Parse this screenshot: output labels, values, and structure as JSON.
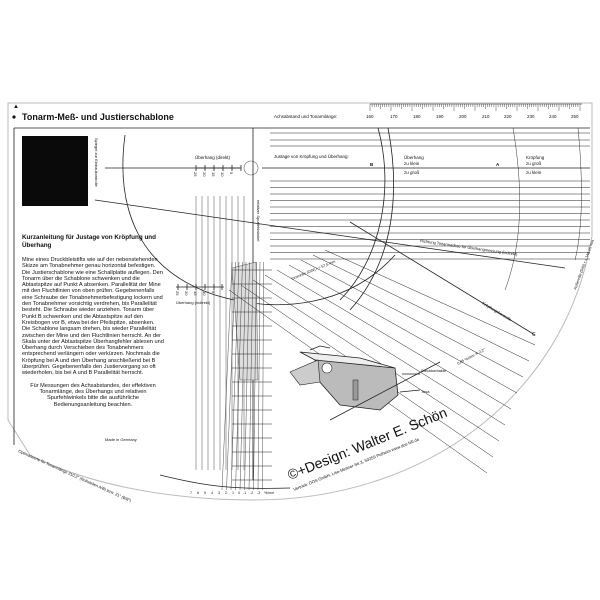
{
  "title": "Tonarm-Meß- und Justierschablone",
  "ruler": {
    "label": "Achsabstand und Tonarmlänge:",
    "ticks": [
      "160",
      "170",
      "180",
      "190",
      "200",
      "210",
      "220",
      "230",
      "240",
      "250"
    ]
  },
  "mirror_label": "Spiegel zur Einbaukontrolle",
  "overhang_direct": {
    "label": "Überhang (direkt)",
    "ticks": [
      "25",
      "20",
      "15",
      "10",
      "5"
    ]
  },
  "overhang_indirect": {
    "label": "Überhang (indirekt)",
    "ticks": [
      "25",
      "20",
      "15",
      "10",
      "5"
    ]
  },
  "alignment_label": "Justage von Kröpfung und Überhang:",
  "point_b": {
    "label": "B",
    "text1": "Überhang",
    "text2": "zu klein",
    "text3": "zu groß"
  },
  "point_a": {
    "label": "A",
    "text1": "Kröpfung",
    "text2": "zu groß",
    "text3": "zu klein"
  },
  "relative_label": "relativer Spurfehlwinkel",
  "inner_groove": "Innenrille (DIN) r = 57,5 mm",
  "outer_groove": "Außenrille (DIN) r = 146,05 mm",
  "direction_label": "Richtung Tonarmachse für Überhangmessung (indirekt)",
  "offset_label": "Kröpfungskontrolle",
  "point_c": "C",
  "angle_label": "0,05 %/mm ≙ 2,2°",
  "stylus_label": "Steckkontakte",
  "tesa_label": "Tesa",
  "instructions": {
    "heading": "Kurzanleitung für Justage von Kröpfung und Überhang",
    "body": "Mine eines Druckbleistifts wie auf der nebenstehenden Skizze am Tonabnehmer genau horizontal befestigen. Die Justierschablone wie eine Schallplatte auflegen. Den Tonarm über die Schablone schwenken und die Abtastspitze auf Punkt A absenken. Parallelität der Mine mit den Fluchtlinien von oben prüfen. Gegebenenfalls eine Schraube der Tonabnehmerbefestigung lockern und den Tonabnehmer vorsichtig verdrehen, bis Parallelität besteht. Die Schraube wieder anziehen. Tonarm über Punkt B schwenken und die Abtastspitze auf den Kreisbogen vor B, etwa bei der Pfeilspitze, absenken. Die Schablone langsam drehen, bis wieder Parallelität zwischen der Mine und den Fluchtlinien herrscht. An der Skala unter der Abtastspitze Überhangfehler ablesen und Überhang durch Verschieben des Tonabnehmers entsprechend verlängern oder verkürzen. Nochmals die Kröpfung bei A und den Überhang anschließend bei B überprüfen. Gegebenenfalls den Justiervorgang so oft wiederholen, bis bei A und B Parallelität herrscht.",
    "note": "Für Messungen des Achsabstandes, der effektiven Tonarmlänge, des Überhangs und relativen Spurfehlwinkels bitte die ausführliche Bedienungsanleitung beachten."
  },
  "made_in": "Made in Germany",
  "edge_text": "Optimalwerte für Tonarmlänge 210,2\" (Nullstellen A/B) bzw. 21° (B/8\")",
  "scale_values": [
    "7",
    "6",
    "5",
    "4",
    "3",
    "2",
    "1",
    "0",
    "-1",
    "-2",
    "-3",
    "%/mm"
  ],
  "design": "©+Design: Walter E. Schön",
  "distributor": "Vertrieb: DOS GmbH, Lise-Meitner-Str.3, 50259 Pulheim  www.dos-hifi.de"
}
